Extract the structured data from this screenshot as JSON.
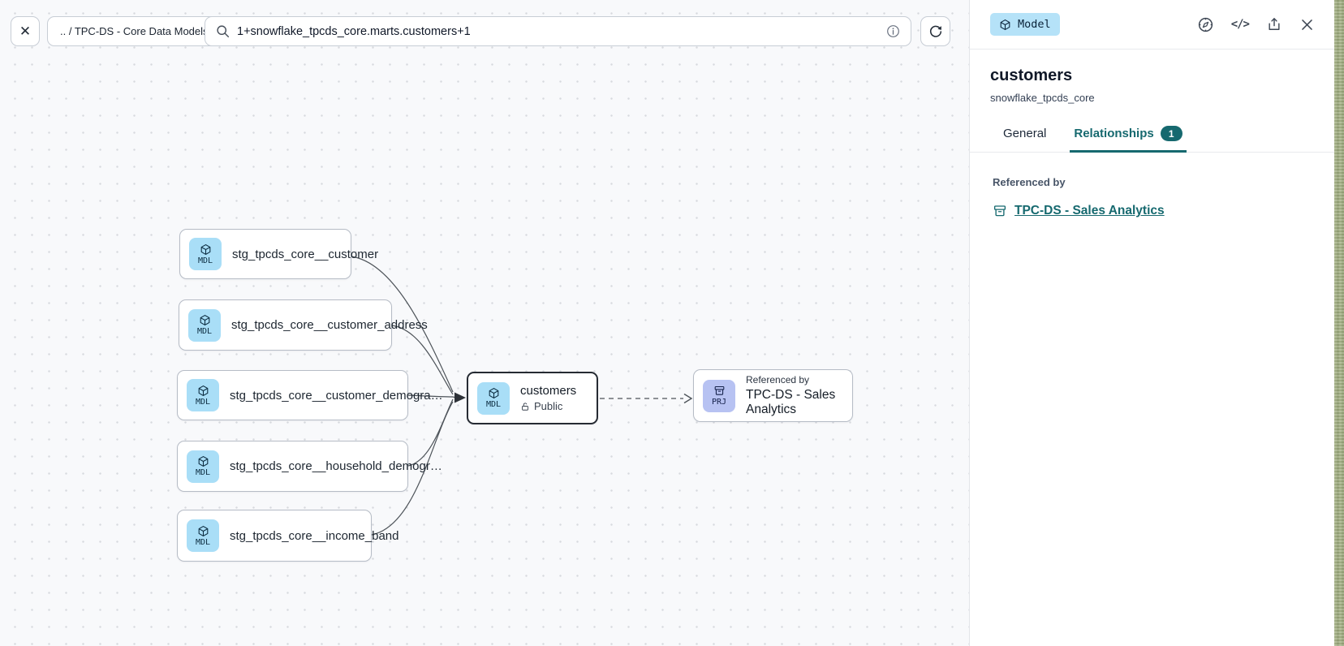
{
  "toolbar": {
    "close_label": "✕",
    "breadcrumb": ".. / TPC-DS - Core Data Models",
    "search_value": "1+snowflake_tpcds_core.marts.customers+1"
  },
  "details_panel": {
    "type_badge": "Model",
    "title": "customers",
    "subtitle": "snowflake_tpcds_core",
    "tabs": {
      "general": "General",
      "relationships": "Relationships",
      "relationships_count": "1"
    },
    "referenced_by_label": "Referenced by",
    "referenced_by_link": "TPC-DS - Sales Analytics"
  },
  "canvas": {
    "upstream_nodes": [
      {
        "icon_label": "MDL",
        "label": "stg_tpcds_core__customer"
      },
      {
        "icon_label": "MDL",
        "label": "stg_tpcds_core__customer_address"
      },
      {
        "icon_label": "MDL",
        "label": "stg_tpcds_core__customer_demogra…"
      },
      {
        "icon_label": "MDL",
        "label": "stg_tpcds_core__household_demogr…"
      },
      {
        "icon_label": "MDL",
        "label": "stg_tpcds_core__income_band"
      }
    ],
    "selected_node": {
      "icon_label": "MDL",
      "label": "customers",
      "visibility": "Public"
    },
    "reference_node": {
      "icon_label": "PRJ",
      "kicker": "Referenced by",
      "label": "TPC-DS - Sales Analytics"
    }
  },
  "colors": {
    "accent_teal": "#16696f",
    "badge_bg": "#b5e2f8",
    "model_icon_bg": "#a9def7",
    "project_icon_bg": "#b7c2f2",
    "edge_color": "#4d5359"
  }
}
